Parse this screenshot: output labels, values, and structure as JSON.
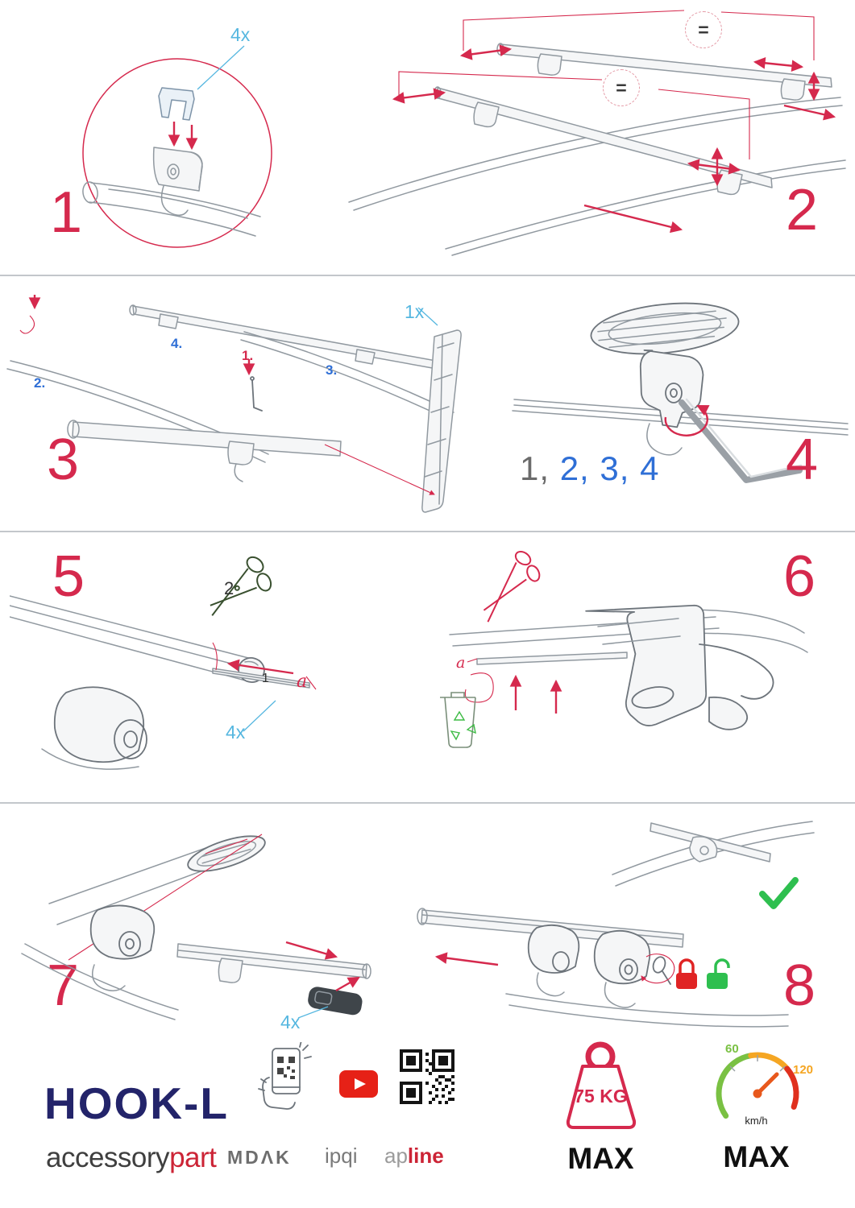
{
  "page": {
    "equals": "="
  },
  "steps": {
    "s1": {
      "number": "1",
      "qty": "4x"
    },
    "s2": {
      "number": "2"
    },
    "s3": {
      "number": "3",
      "qty": "1x",
      "sub1": "1.",
      "sub2": "2.",
      "sub3": "3.",
      "sub4": "4."
    },
    "s4": {
      "number": "4",
      "seq_first": "1,",
      "seq_rest": " 2, 3, 4"
    },
    "s5": {
      "number": "5",
      "qty": "4x",
      "label_scissors": "2",
      "label_strip": "1",
      "label_a": "a"
    },
    "s6": {
      "number": "6",
      "label_a": "a"
    },
    "s7": {
      "number": "7",
      "qty": "4x"
    },
    "s8": {
      "number": "8"
    }
  },
  "footer": {
    "product_name": "HOOK-L",
    "brand_prefix": "accessory",
    "brand_suffix": "part",
    "logo_mdak": "MDΛK",
    "logo_ipqi": "ipqi",
    "logo_apline_prefix": "ap",
    "logo_apline_suffix": "line",
    "weight_value": "75 KG",
    "weight_max": "MAX",
    "speed_min": "60",
    "speed_max_value": "120",
    "speed_unit": "km/h",
    "speed_max": "MAX"
  },
  "colors": {
    "step_red": "#d5294d",
    "callout_blue": "#56b7e0",
    "sequence_blue": "#2f6fd6",
    "brand_navy": "#23246a",
    "brand_red": "#cc2436",
    "ok_green": "#2ebf4f",
    "gauge_green": "#7ac143",
    "gauge_orange": "#f5a623",
    "youtube_red": "#e62117"
  }
}
